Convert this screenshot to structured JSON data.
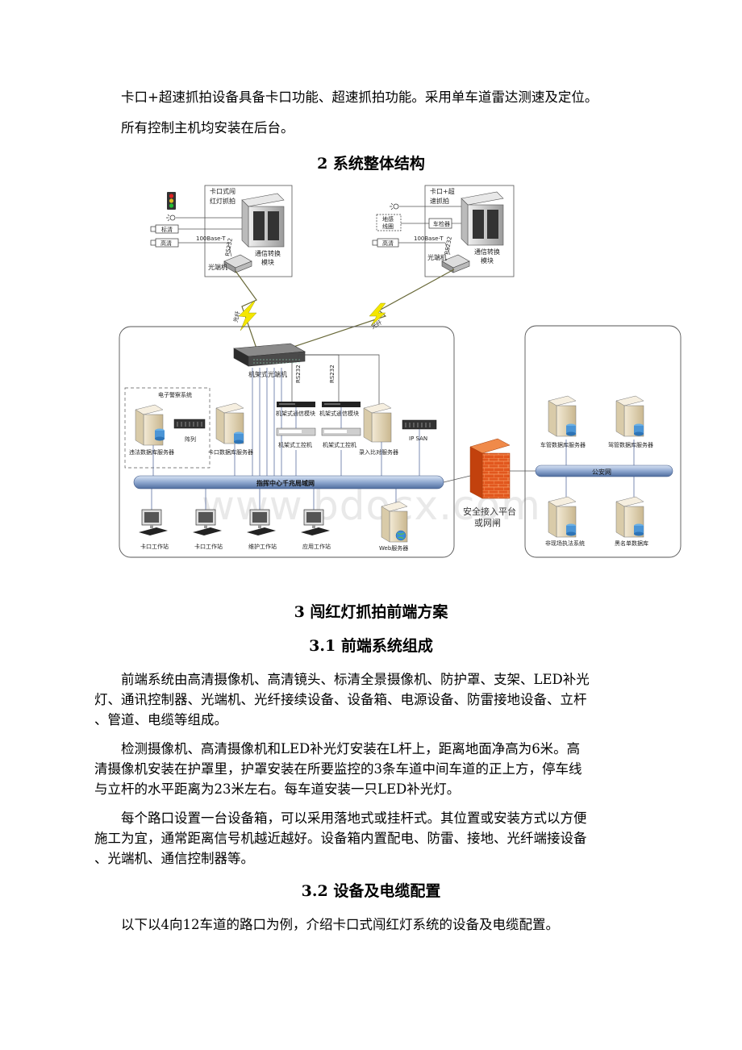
{
  "intro": {
    "line1": "卡口+超速抓拍设备具备卡口功能、超速抓拍功能。采用单车道雷达测速及定位。",
    "line2": "所有控制主机均安装在后台。"
  },
  "section2_title": "2 系统整体结构",
  "diagram": {
    "site1": {
      "title1": "卡口式闯",
      "title2": "红灯抓拍",
      "cam1": "标清",
      "cam2": "高清",
      "link": "100Base-T",
      "serial": "RS232",
      "module1": "通信转换",
      "module2": "模块",
      "optical": "光端机"
    },
    "site2": {
      "title1": "卡口+超",
      "title2": "速抓拍",
      "sensor1": "地感",
      "sensor2": "线圈",
      "ctrl": "车检器",
      "cam": "高清",
      "link": "100Base-T",
      "serial": "RS232",
      "module1": "通信转换",
      "module2": "模块",
      "optical": "光端机"
    },
    "fiber1": "光纤",
    "fiber2": "光纤",
    "rack": "机架式光端机",
    "rs1": "RS232",
    "rs2": "RS232",
    "comm1": "机架式通信模块",
    "comm2": "机架式通信模块",
    "ctrl1": "机架式工控机",
    "ctrl2": "机架式工控机",
    "police_group": "电子警察系统",
    "srv_violation": "违法数据库服务器",
    "array": "阵列",
    "srv_bayonet": "卡口数据库服务器",
    "srv_access": "录入比对服务器",
    "ipsan": "IP SAN",
    "lan": "指挥中心千兆局域网",
    "ws1": "卡口工作站",
    "ws2": "卡口工作站",
    "ws3": "维护工作站",
    "ws4": "应用工作站",
    "web": "Web服务器",
    "gateway1": "安全接入平台",
    "gateway2": "或网闸",
    "police_net": "公安网",
    "srv_vehicle": "车管数据库服务器",
    "srv_driver": "驾管数据库服务器",
    "srv_site": "非现场执法系统",
    "srv_blacklist": "黑名单数据库"
  },
  "watermark": "www.bdocx.com",
  "section3_title": "3 闯红灯抓拍前端方案",
  "section31_title": "3.1 前端系统组成",
  "p31": [
    "前端系统由高清摄像机、高清镜头、标清全景摄像机、防护罩、支架、LED补光",
    "灯、通讯控制器、光端机、光纤接续设备、设备箱、电源设备、防雷接地设备、立杆",
    "、管道、电缆等组成。"
  ],
  "p32": [
    "检测摄像机、高清摄像机和LED补光灯安装在L杆上，距离地面净高为6米。高",
    "清摄像机安装在护罩里，护罩安装在所要监控的3条车道中间车道的正上方，停车线",
    "与立杆的水平距离为23米左右。每车道安装一只LED补光灯。"
  ],
  "p33": [
    "每个路口设置一台设备箱，可以采用落地式或挂杆式。其位置或安装方式以方便",
    "施工为宜，通常距离信号机越近越好。设备箱内置配电、防雷、接地、光纤端接设备",
    "、光端机、通信控制器等。"
  ],
  "section32_title": "3.2 设备及电缆配置",
  "p34": "以下以4向12车道的路口为例，介绍卡口式闯红灯系统的设备及电缆配置。"
}
